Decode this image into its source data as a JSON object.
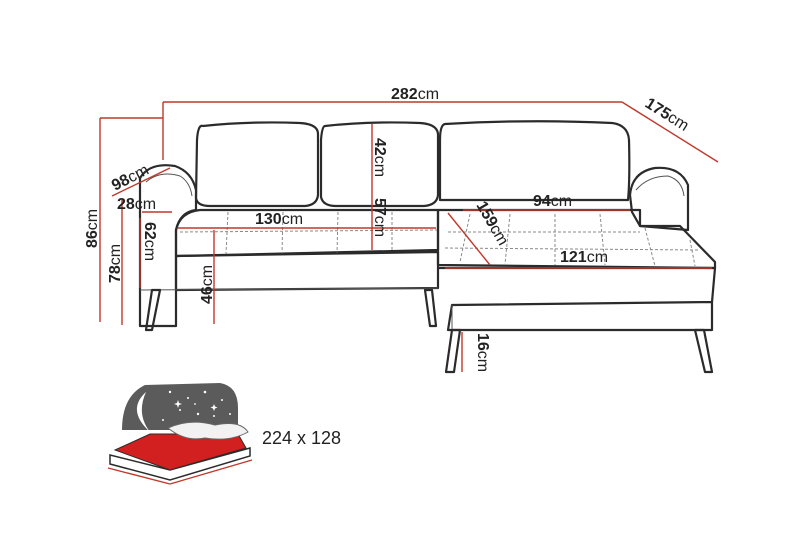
{
  "dimensions": {
    "total_width": {
      "value": "282",
      "unit": "cm"
    },
    "chaise_length": {
      "value": "175",
      "unit": "cm"
    },
    "total_height": {
      "value": "86",
      "unit": "cm"
    },
    "arm_depth": {
      "value": "98",
      "unit": "cm"
    },
    "arm_width": {
      "value": "28",
      "unit": "cm"
    },
    "back_height": {
      "value": "78",
      "unit": "cm"
    },
    "arm_height": {
      "value": "62",
      "unit": "cm"
    },
    "seat_width": {
      "value": "130",
      "unit": "cm"
    },
    "cushion_height": {
      "value": "42",
      "unit": "cm"
    },
    "seat_depth": {
      "value": "57",
      "unit": "cm"
    },
    "seat_height": {
      "value": "46",
      "unit": "cm"
    },
    "chaise_seat_width": {
      "value": "94",
      "unit": "cm"
    },
    "chaise_seat_depth": {
      "value": "159",
      "unit": "cm"
    },
    "chaise_width": {
      "value": "121",
      "unit": "cm"
    },
    "leg_height": {
      "value": "16",
      "unit": "cm"
    }
  },
  "bed": {
    "size_label": "224 x 128"
  },
  "colors": {
    "dimension_line": "#c0392b",
    "outline": "#2b2b2b",
    "bed_mattress": "#d21f1f",
    "night_sky": "#5b5b5b"
  }
}
